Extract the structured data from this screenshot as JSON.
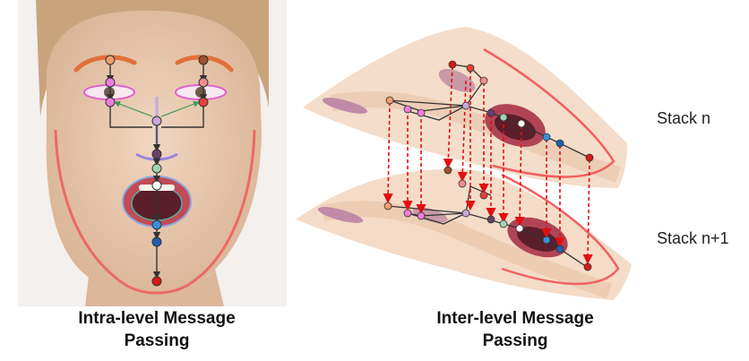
{
  "left_panel": {
    "caption_line1": "Intra-level Message",
    "caption_line2": "Passing",
    "colors": {
      "skin": "#e8c7ad",
      "hair": "#c9a37c",
      "brow": "#e2703a",
      "eye_marker": "#e060d0",
      "jaw_outline": "#f05a5a",
      "lip_outline": "#8aa8e0",
      "nose_marker": "#b9a6e6",
      "edge": "#333333",
      "green_arrow": "#3e9a5a"
    },
    "nodes": [
      {
        "color": "#f39c6b"
      },
      {
        "color": "#ee7de0"
      },
      {
        "color": "#ee7de0"
      },
      {
        "color": "#a0522d"
      },
      {
        "color": "#f08c8c"
      },
      {
        "color": "#e8403a"
      },
      {
        "color": "#c8a6d8"
      },
      {
        "color": "#6b3e6b"
      },
      {
        "color": "#9fd6b4"
      },
      {
        "color": "#ffffff"
      },
      {
        "color": "#3a8fe0"
      },
      {
        "color": "#1e5fb0"
      },
      {
        "color": "#d81818"
      }
    ]
  },
  "right_panel": {
    "caption_line1": "Inter-level Message",
    "caption_line2": "Passing",
    "stack_top_label": "Stack n",
    "stack_bottom_label": "Stack n+1",
    "colors": {
      "sheet": "#f4dcc8",
      "sheet_shadow": "#e6c3a6",
      "dashed_arrow": "#e01010",
      "jaw_outline": "#f06060",
      "chain": "#333333"
    }
  }
}
